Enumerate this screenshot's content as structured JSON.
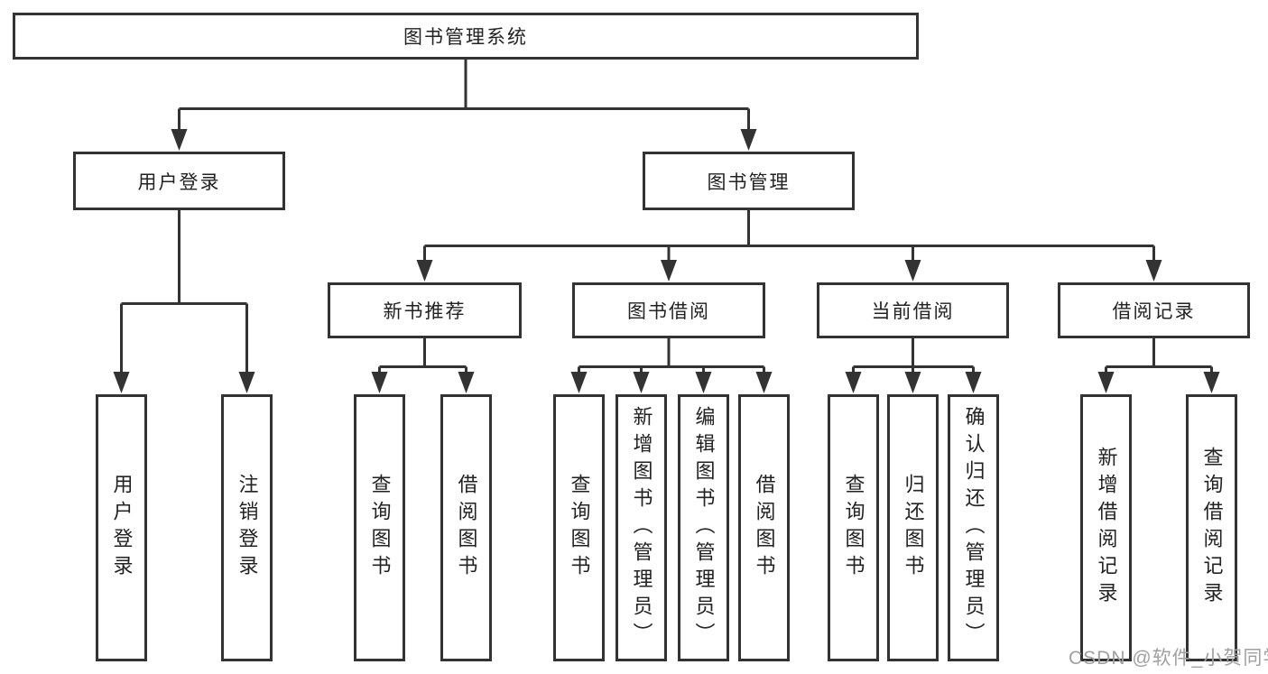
{
  "diagram": {
    "title": "图书管理系统",
    "watermark": "CSDN @软件_小贺同学",
    "colors": {
      "line": "#333333",
      "text": "#222222",
      "box_background": "#ffffff",
      "page_background": "#ffffff",
      "watermark": "#a0a0a0"
    },
    "tree": {
      "label": "图书管理系统",
      "children": [
        {
          "label": "用户登录",
          "children": [
            {
              "label": "用户登录"
            },
            {
              "label": "注销登录"
            }
          ]
        },
        {
          "label": "图书管理",
          "children": [
            {
              "label": "新书推荐",
              "children": [
                {
                  "label": "查询图书"
                },
                {
                  "label": "借阅图书"
                }
              ]
            },
            {
              "label": "图书借阅",
              "children": [
                {
                  "label": "查询图书"
                },
                {
                  "label": "新增图书（管理员）"
                },
                {
                  "label": "编辑图书（管理员）"
                },
                {
                  "label": "借阅图书"
                }
              ]
            },
            {
              "label": "当前借阅",
              "children": [
                {
                  "label": "查询图书"
                },
                {
                  "label": "归还图书"
                },
                {
                  "label": "确认归还（管理员）"
                }
              ]
            },
            {
              "label": "借阅记录",
              "children": [
                {
                  "label": "新增借阅记录"
                },
                {
                  "label": "查询借阅记录"
                }
              ]
            }
          ]
        }
      ]
    }
  }
}
